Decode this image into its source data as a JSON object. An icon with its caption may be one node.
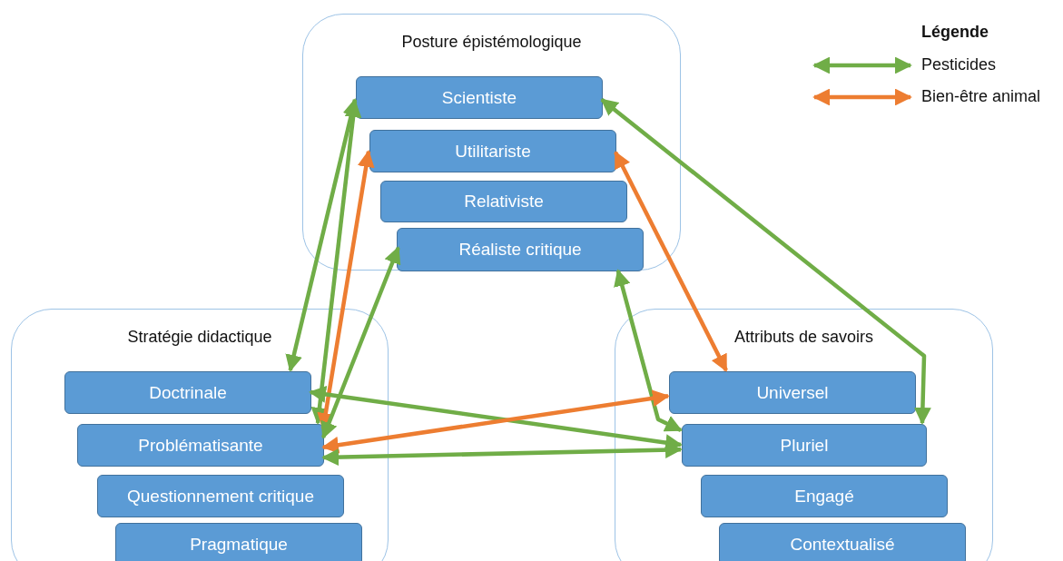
{
  "diagram": {
    "nodes": [
      {
        "text": [
          "Posture épistémologique"
        ]
      },
      {
        "text": [
          "Scientiste"
        ],
        "in": 0
      },
      {
        "text": [
          "Utilitariste"
        ],
        "in": 0
      },
      {
        "text": [
          "Relativiste"
        ],
        "in": 0
      },
      {
        "text": [
          "Réaliste critique"
        ],
        "in": 0
      },
      {
        "text": [
          "Stratégie didactique"
        ]
      },
      {
        "text": [
          "Doctrinale"
        ],
        "in": 5
      },
      {
        "text": [
          "Problématisante"
        ],
        "in": 5
      },
      {
        "text": [
          "Questionnement critique"
        ],
        "in": 5
      },
      {
        "text": [
          "Pragmatique"
        ],
        "in": 5
      },
      {
        "text": [
          "Attributs de savoirs"
        ]
      },
      {
        "text": [
          "Universel"
        ],
        "in": 10
      },
      {
        "text": [
          "Pluriel"
        ],
        "in": 10
      },
      {
        "text": [
          "Engagé"
        ],
        "in": 10
      },
      {
        "text": [
          "Contextualisé"
        ],
        "in": 10
      }
    ],
    "edges": [
      {
        "from": 1,
        "to": 6,
        "arrow": "both"
      },
      {
        "from": 1,
        "to": 7,
        "arrow": "both"
      },
      {
        "from": 2,
        "to": 7,
        "arrow": "both",
        "color": "#ed7d31"
      },
      {
        "from": 4,
        "to": 7,
        "arrow": "both"
      },
      {
        "from": 1,
        "to": 12,
        "arrow": "both"
      },
      {
        "from": 2,
        "to": 11,
        "arrow": "both",
        "color": "#ed7d31"
      },
      {
        "from": 4,
        "to": 12,
        "arrow": "both"
      },
      {
        "from": 6,
        "to": 12,
        "arrow": "both"
      },
      {
        "from": 7,
        "to": 11,
        "arrow": "both",
        "color": "#ed7d31"
      },
      {
        "from": 7,
        "to": 12,
        "arrow": "both"
      }
    ],
    "labels": [
      "Légende"
    ],
    "legend": [
      {
        "text": "Pesticides"
      },
      {
        "text": "Bien-être animal"
      }
    ]
  }
}
